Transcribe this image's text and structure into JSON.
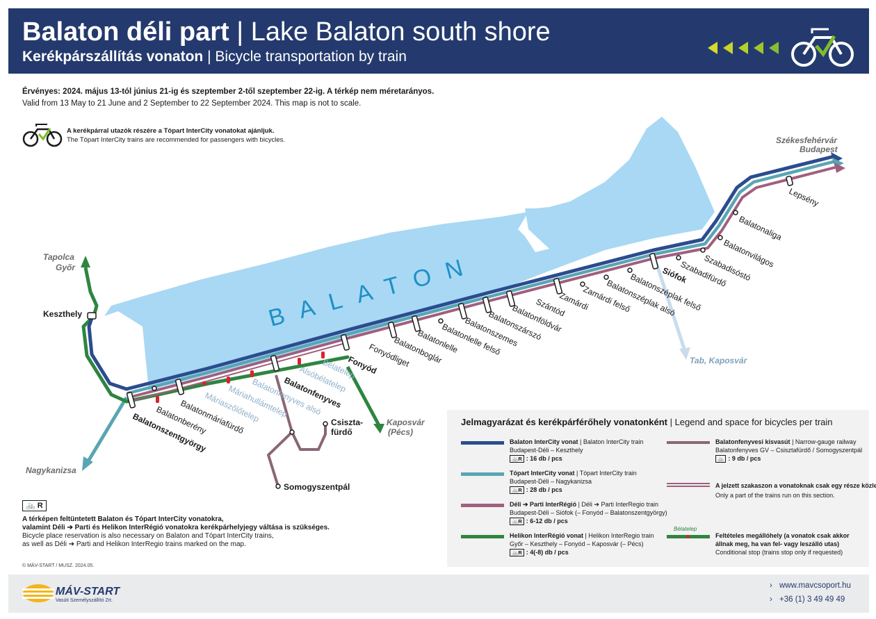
{
  "header": {
    "title_hu": "Balaton déli part",
    "title_en": "Lake Balaton south shore",
    "subtitle_hu": "Kerékpárszállítás vonaton",
    "subtitle_en": "Bicycle transportation by train"
  },
  "validity": {
    "hu": "Érvényes: 2024. május 13-tól június 21-ig és szeptember 2-től szeptember 22-ig. A térkép nem méretarányos.",
    "en": "Valid from 13 May to 21 June and 2 September to 22 September 2024. This map is not to scale."
  },
  "recommendation": {
    "hu": "A kerékpárral utazók részére a Tópart InterCity vonatokat ajánljuk.",
    "en": "The Tópart InterCity trains are recommended for passengers with bicycles."
  },
  "map": {
    "lake_label": "BALATON",
    "dest_tapolca": "Tapolca",
    "dest_gyor": "Győr",
    "dest_szekesfehervar": "Székesfehérvár",
    "dest_budapest": "Budapest",
    "dest_nagykanizsa": "Nagykanizsa",
    "dest_kaposvar": "Kaposvár",
    "dest_pecs": "(Pécs)",
    "dest_tab": "Tab, Kaposvár",
    "stations": {
      "keszthely": "Keszthely",
      "balatonszentgyorgy": "Balatonszentgyörgy",
      "balatonbereny": "Balatonberény",
      "balatonmariafurdo": "Balatonmáriafürdő",
      "mariaszolotelep": "Máriaszőlőtelep",
      "mariahullamtelep": "Máriahullámtelep",
      "balatonfenyves_also": "Balatonfenyves alsó",
      "balatonfenyves": "Balatonfenyves",
      "alsobelatelep": "Alsóbélatelep",
      "belatelep": "Bélatelep",
      "fonyod": "Fonyód",
      "fonyodliget": "Fonyódliget",
      "balatonboglar": "Balatonboglár",
      "balatonlelle": "Balatonlelle",
      "balatonlelle_felso": "Balatonlelle felső",
      "balatonszemes": "Balatonszemes",
      "balatonszarszo": "Balatonszárszó",
      "balatonfoldvar": "Balatonföldvár",
      "szantod": "Szántód",
      "zamardi": "Zamárdi",
      "zamardi_felso": "Zamárdi felső",
      "balatonszeplak_also": "Balatonszéplak alsó",
      "balatonszeplak_felso": "Balatonszéplak felső",
      "siofok": "Siófok",
      "szabadifurdo": "Szabadifürdő",
      "szabadisosto": "Szabadisóstó",
      "balatonvilagos": "Balatonvilágos",
      "balatonaliga": "Balatonaliga",
      "lepseny": "Lepsény",
      "csisztafurdo_1": "Csiszta-",
      "csisztafurdo_2": "fürdő",
      "somogyszentpal": "Somogyszentpál"
    }
  },
  "legend": {
    "title_hu": "Jelmagyarázat és kerékpárférőhely vonatonként",
    "title_en": "Legend and space for bicycles per train",
    "items": [
      {
        "name_hu": "Balaton InterCity vonat",
        "name_en": "Balaton InterCity train",
        "route": "Budapest-Déli – Keszthely",
        "capacity": ": 16 db / pcs",
        "color": "#2b4c8f"
      },
      {
        "name_hu": "Tópart InterCity vonat",
        "name_en": "Tópart InterCity train",
        "route": "Budapest-Déli – Nagykanizsa",
        "capacity": ": 28 db / pcs",
        "color": "#5aa5b3"
      },
      {
        "name_hu": "Déli ➔ Parti InterRégió",
        "name_en": "Déli ➔ Parti InterRegio train",
        "route": "Budapest-Déli – Siófok (– Fonyód – Balatonszentgyörgy)",
        "capacity": ": 6-12 db / pcs",
        "color": "#a05f7e"
      },
      {
        "name_hu": "Helikon InterRégió vonat",
        "name_en": "Helikon InterRegio train",
        "route": "Győr – Keszthely – Fonyód – Kaposvár (– Pécs)",
        "capacity": ": 4(-8) db / pcs",
        "color": "#2e8540"
      },
      {
        "name_hu": "Balatonfenyvesi kisvasút",
        "name_en": "Narrow-gauge railway",
        "route": "Balatonfenyves GV – Csisztafürdő / Somogyszentpál",
        "capacity": ": 9 db / pcs",
        "color": "#8a6676"
      },
      {
        "name_hu": "A jelzett szakaszon a vonatoknak csak egy része közlekedik.",
        "name_en": "Only a part of the trains run on this section."
      },
      {
        "name_hu": "Feltételes megállóhely (a vonatok csak akkor állnak meg, ha van fel- vagy leszálló utas)",
        "name_en": "Conditional stop (trains stop only if requested)",
        "example": "Bélatelep"
      }
    ],
    "cap_icon": "bike-R"
  },
  "note": {
    "badge": "R",
    "hu_1": "A térképen feltüntetett Balaton és Tópart InterCity vonatokra,",
    "hu_2": "valamint Déli ➔ Parti és Helikon InterRégió vonatokra kerékpárhelyjegy váltása is szükséges.",
    "en_1": "Bicycle place reservation is also necessary on Balaton and Tópart InterCity trains,",
    "en_2": "as well as Déli ➔ Parti and Helikon InterRegio trains marked on the map."
  },
  "copyright": "© MÁV-START / MUSZ. 2024.05.",
  "footer": {
    "logo_name": "MÁV-START",
    "logo_sub": "Vasúti Személyszállító Zrt.",
    "website": "www.mavcsoport.hu",
    "phone": "+36 (1) 3 49 49 49"
  },
  "colors": {
    "navy": "#243a6e",
    "ic_blue": "#2b4c8f",
    "topart_teal": "#5aa5b3",
    "ir_mauve": "#a05f7e",
    "helikon_green": "#2e8540",
    "narrow_gauge": "#8a6676",
    "lake": "#a8d8f3",
    "accent_green": "#b8cf2b"
  }
}
